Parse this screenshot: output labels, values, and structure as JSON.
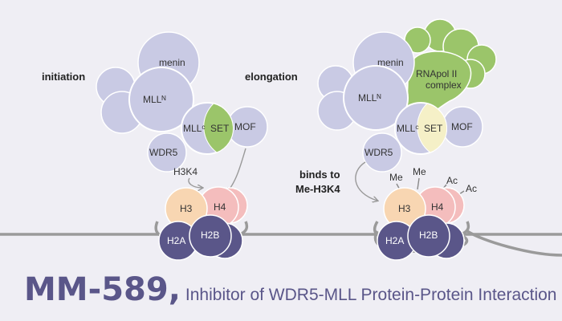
{
  "colors": {
    "background": "#efeef4",
    "mll_complex": "#c9cae4",
    "mll_outline": "#ffffff",
    "set_active": "#9bc56a",
    "set_inactive": "#f5f0c7",
    "rnapol": "#9bc56a",
    "h3": "#f8d6b2",
    "h4": "#f4bdbd",
    "h2a": "#5a5689",
    "h2b": "#5a5689",
    "dna": "#9a9a9a",
    "title": "#5a5689",
    "text": "#333333"
  },
  "left_panel": {
    "stage_label": "initiation",
    "proteins": {
      "menin": "menin",
      "mlln": "MLLᴺ",
      "mllc": "MLLᶜ",
      "set": "SET",
      "mof": "MOF",
      "wdr5": "WDR5"
    },
    "h3k4_label": "H3K4",
    "histones": {
      "h3": "H3",
      "h4": "H4",
      "h2a": "H2A",
      "h2b": "H2B"
    }
  },
  "right_panel": {
    "stage_label": "elongation",
    "proteins": {
      "menin": "menin",
      "mlln": "MLLᴺ",
      "mllc": "MLLᶜ",
      "set": "SET",
      "mof": "MOF",
      "wdr5": "WDR5"
    },
    "rnapol_line1": "RNApol II",
    "rnapol_line2": "complex",
    "binds_line1": "binds to",
    "binds_line2": "Me-H3K4",
    "marks": {
      "me1": "Me",
      "me2": "Me",
      "ac1": "Ac",
      "ac2": "Ac"
    },
    "histones": {
      "h3": "H3",
      "h4": "H4",
      "h2a": "H2A",
      "h2b": "H2B"
    }
  },
  "footer": {
    "compound": "MM-589,",
    "subtitle": "Inhibitor of WDR5-MLL Protein-Protein Interaction"
  }
}
